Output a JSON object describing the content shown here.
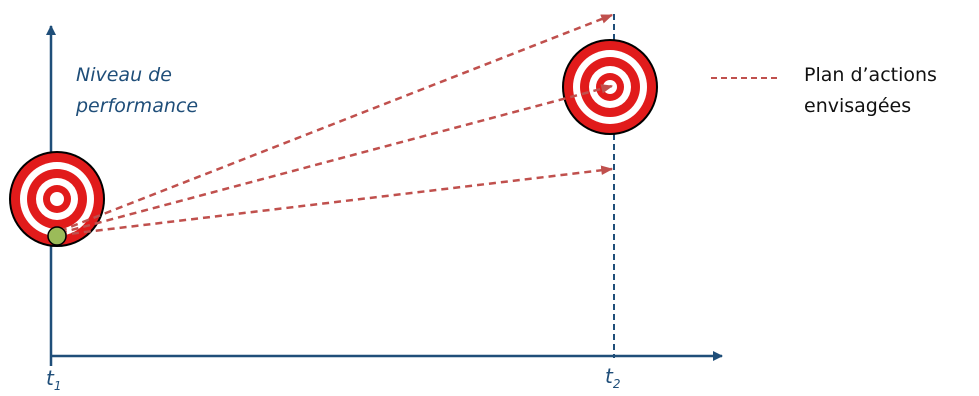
{
  "y_axis_label": {
    "line1": "Niveau de",
    "line2": "performance"
  },
  "legend": {
    "line1": "Plan d’actions",
    "line2": "envisagées"
  },
  "time_labels": [
    {
      "base": "t",
      "sub": "1"
    },
    {
      "base": "t",
      "sub": "2"
    }
  ],
  "colors": {
    "axis": "#1f4e79",
    "arrow": "#c0504d",
    "target_red": "#e11b1b",
    "target_white": "#ffffff",
    "start_dot": "#9bbb59"
  }
}
